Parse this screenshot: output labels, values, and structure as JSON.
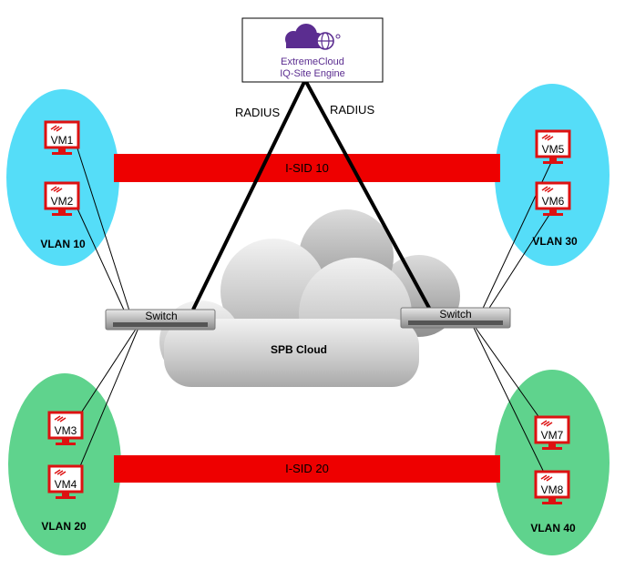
{
  "server": {
    "name_line1": "ExtremeCloud",
    "name_line2": "IQ-Site Engine",
    "logo_icon": "cloud-globe-icon",
    "brand_color": "#5b2d90"
  },
  "links": {
    "radius_left": "RADIUS",
    "radius_right": "RADIUS"
  },
  "cloud": {
    "label": "SPB Cloud"
  },
  "switches": {
    "left": "Switch",
    "right": "Switch"
  },
  "isids": {
    "top": "I-SID 10",
    "bottom": "I-SID 20",
    "color": "#ee0000"
  },
  "vlans": {
    "vlan10": {
      "label": "VLAN 10",
      "color": "#55ddf8"
    },
    "vlan20": {
      "label": "VLAN 20",
      "color": "#5fd38d"
    },
    "vlan30": {
      "label": "VLAN 30",
      "color": "#55ddf8"
    },
    "vlan40": {
      "label": "VLAN 40",
      "color": "#5fd38d"
    }
  },
  "vms": {
    "vm1": "VM1",
    "vm2": "VM2",
    "vm3": "VM3",
    "vm4": "VM4",
    "vm5": "VM5",
    "vm6": "VM6",
    "vm7": "VM7",
    "vm8": "VM8",
    "icon": "monitor-icon",
    "color": "#dd1111"
  }
}
